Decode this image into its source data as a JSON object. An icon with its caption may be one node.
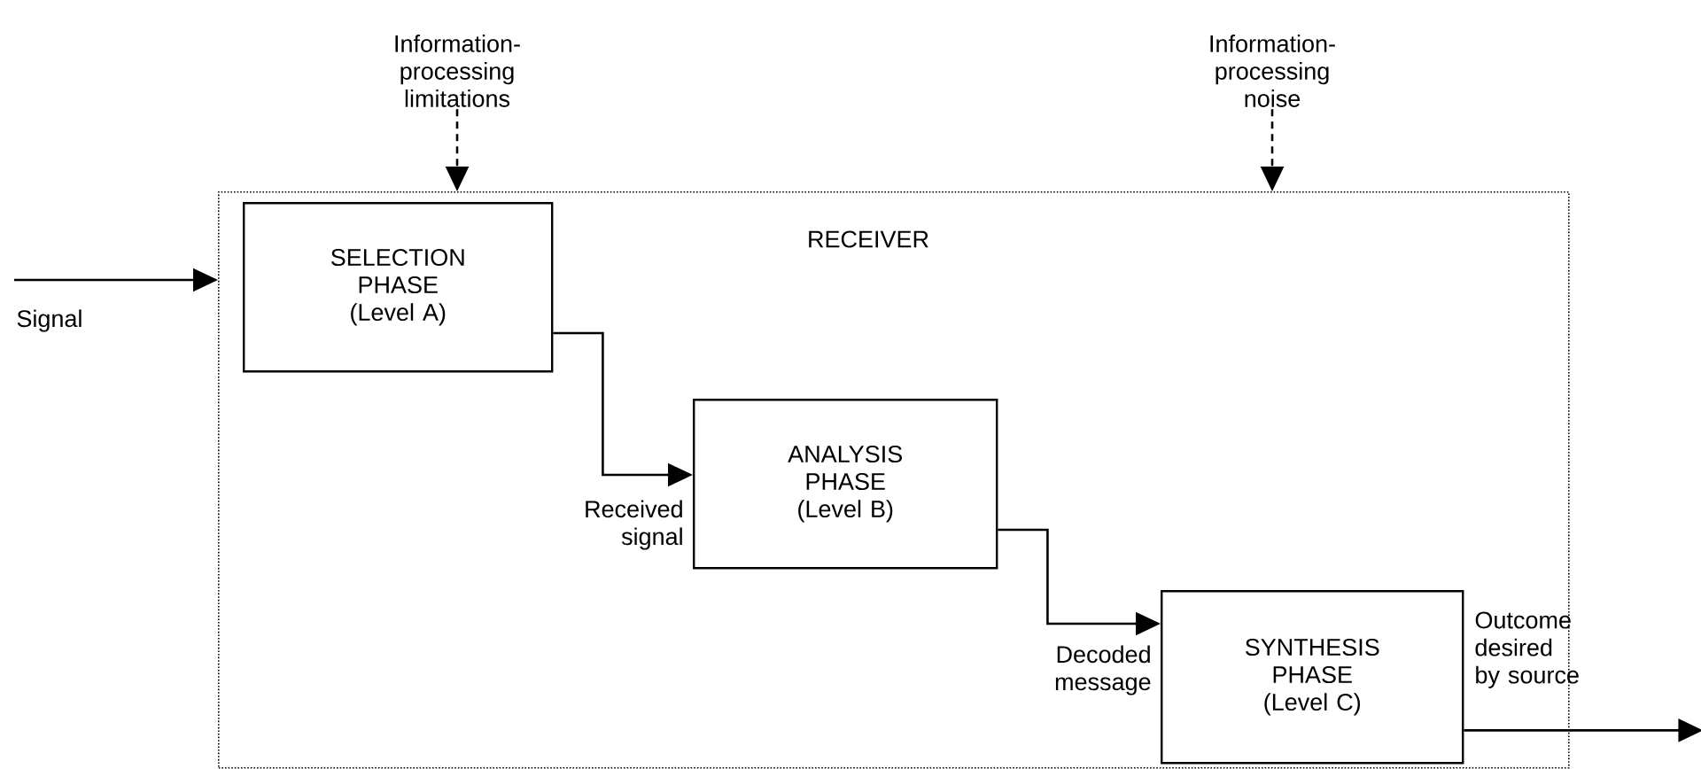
{
  "diagram": {
    "nodes": [
      {
        "text": [
          "RECEIVER"
        ]
      },
      {
        "text": [
          "SELECTION PHASE",
          "(Level A)"
        ],
        "in": 0
      },
      {
        "text": [
          "ANALYSIS PHASE",
          "(Level B)"
        ],
        "in": 0
      },
      {
        "text": [
          "SYNTHESIS PHASE",
          "(Level C)"
        ],
        "in": 0
      },
      {
        "text": [
          "Information-processing limitations"
        ]
      },
      {
        "text": [
          "Information-processing noise"
        ]
      }
    ],
    "edges": [
      {
        "from": 4,
        "to": 0,
        "arrow": "to",
        "style": "dashed"
      },
      {
        "from": 5,
        "to": 0,
        "arrow": "to",
        "style": "dashed"
      },
      {
        "from": null,
        "to": 0,
        "arrow": "to",
        "label": "Signal"
      },
      {
        "from": 1,
        "to": 2,
        "arrow": "to",
        "label": "Received signal"
      },
      {
        "from": 2,
        "to": 3,
        "arrow": "to",
        "label": "Decoded message"
      },
      {
        "from": 3,
        "to": null,
        "arrow": "to",
        "label": "Outcome desired by source"
      }
    ]
  }
}
